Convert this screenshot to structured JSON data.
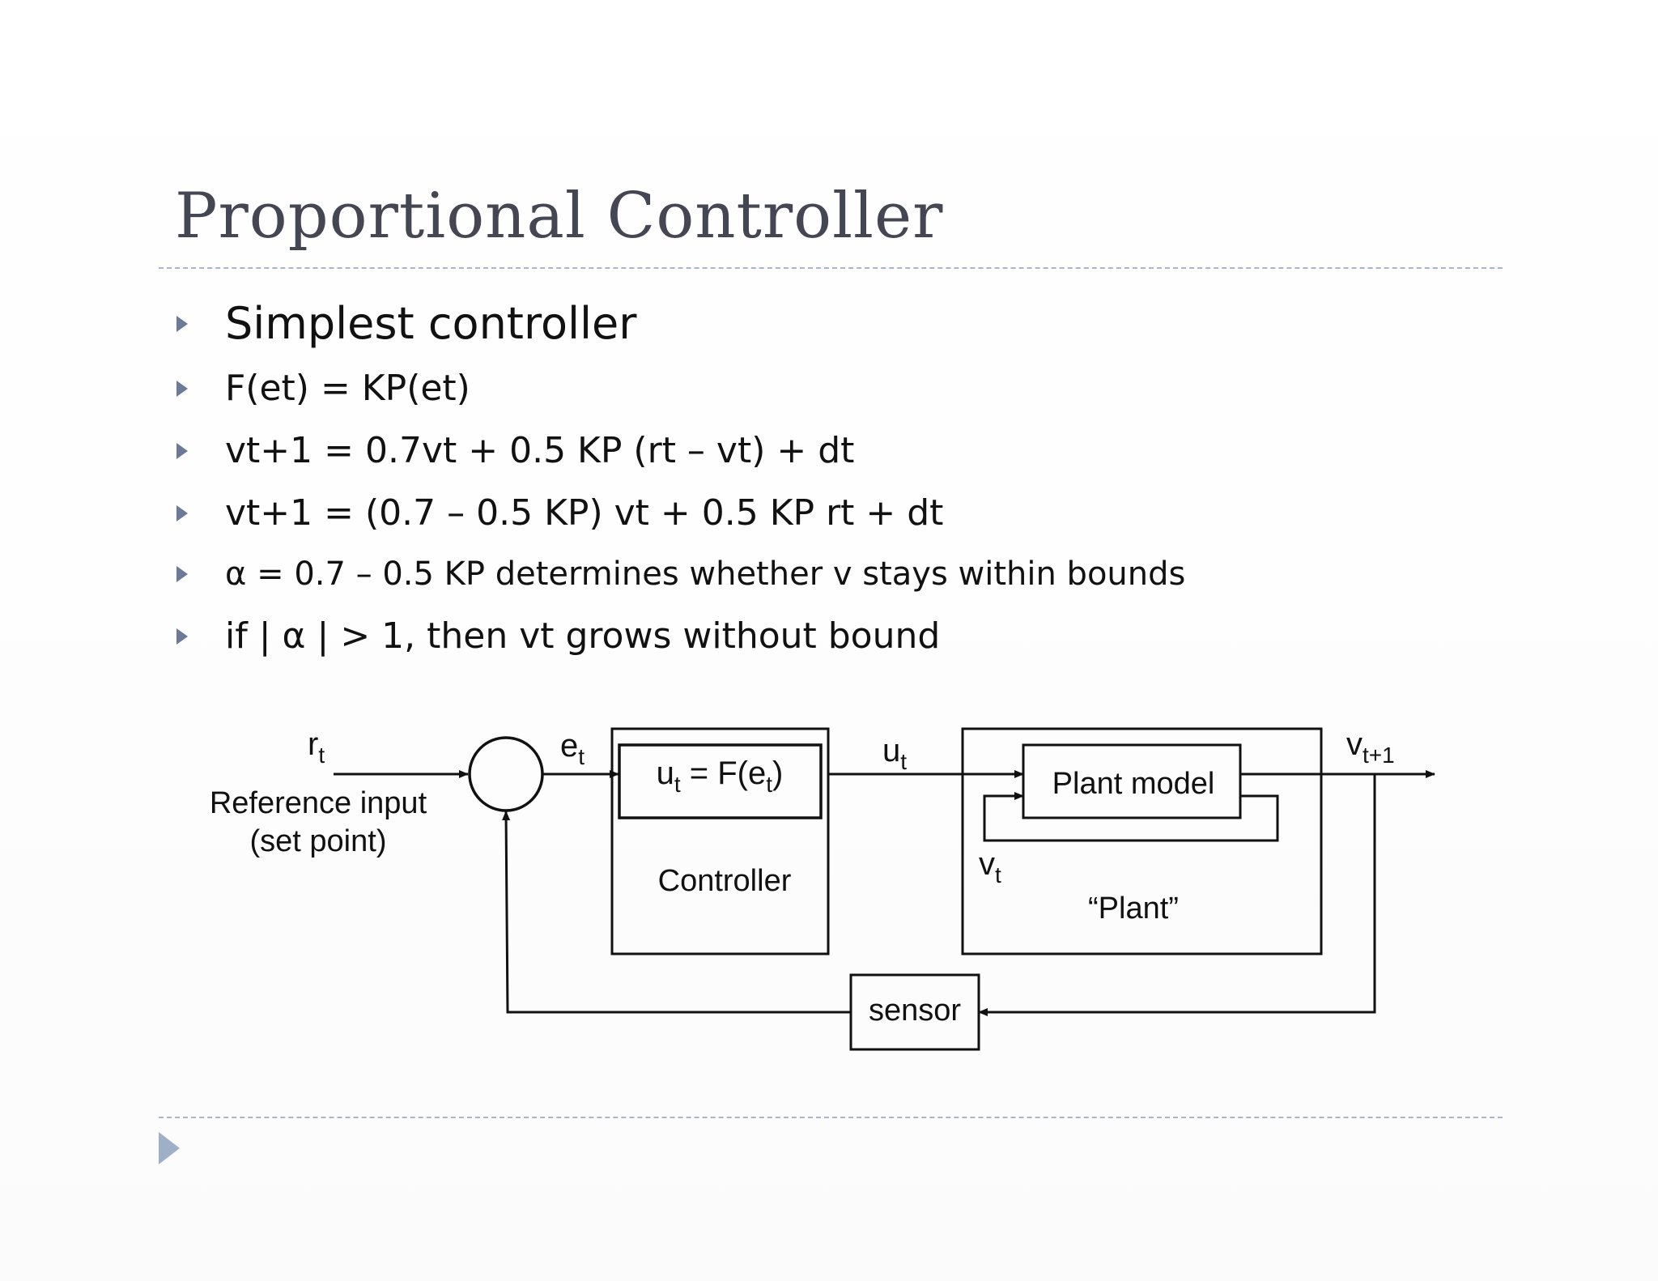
{
  "slide": {
    "title": "Proportional Controller",
    "bullets": [
      "Simplest controller",
      "F(et) = KP(et)",
      "vt+1 = 0.7vt + 0.5 KP (rt – vt) + dt",
      "vt+1 = (0.7 – 0.5 KP) vt  + 0.5 KP rt + dt",
      "α = 0.7 – 0.5 KP  determines whether v stays within bounds",
      "if  | α | > 1, then vt grows without bound"
    ]
  },
  "diagram": {
    "input_main": "r",
    "input_sub": "t",
    "reference_line1": "Reference input",
    "reference_line2": "(set point)",
    "error_main": "e",
    "error_sub": "t",
    "ctrl_formula_u": "u",
    "ctrl_formula_u_sub": "t",
    "ctrl_formula_mid": " = F(e",
    "ctrl_formula_e_sub": "t",
    "ctrl_formula_end": ")",
    "controller_label": "Controller",
    "output_u_main": "u",
    "output_u_sub": "t",
    "plant_model_label": "Plant model",
    "vt_main": "v",
    "vt_sub": "t",
    "plant_label": "“Plant”",
    "output_main": "v",
    "output_sub": "t+1",
    "sensor_label": "sensor"
  }
}
